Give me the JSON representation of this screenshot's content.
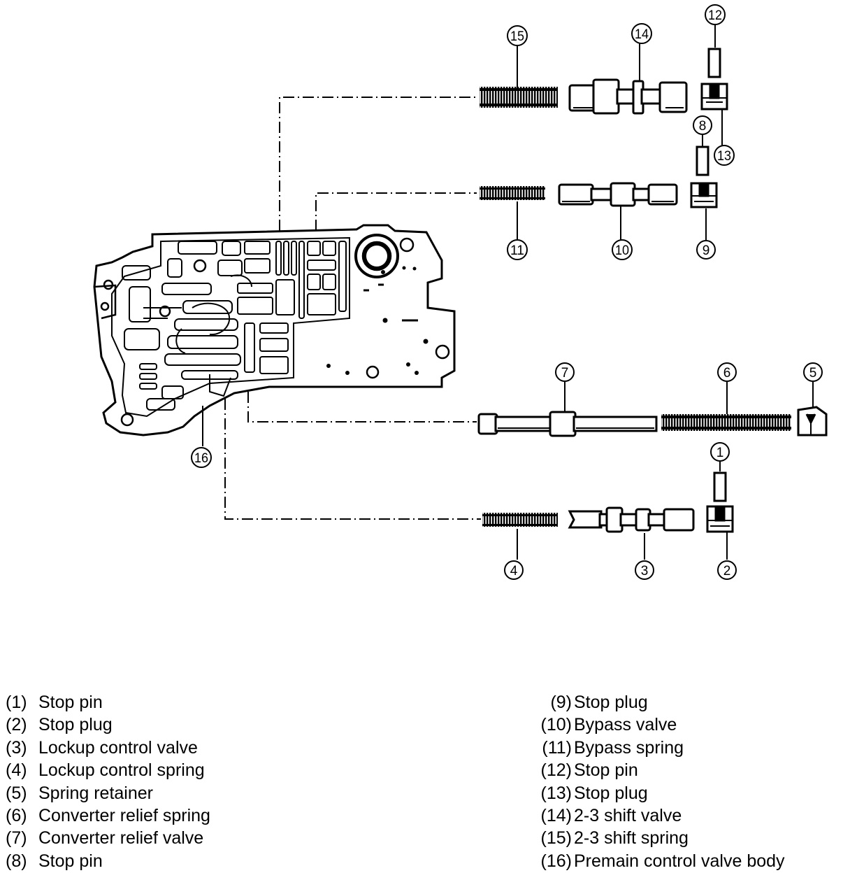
{
  "callouts": {
    "c1": "1",
    "c2": "2",
    "c3": "3",
    "c4": "4",
    "c5": "5",
    "c6": "6",
    "c7": "7",
    "c8": "8",
    "c9": "9",
    "c10": "10",
    "c11": "11",
    "c12": "12",
    "c13": "13",
    "c14": "14",
    "c15": "15",
    "c16": "16"
  },
  "legend": {
    "left": [
      {
        "num": "(1)",
        "label": "Stop pin"
      },
      {
        "num": "(2)",
        "label": "Stop plug"
      },
      {
        "num": "(3)",
        "label": "Lockup control valve"
      },
      {
        "num": "(4)",
        "label": "Lockup control spring"
      },
      {
        "num": "(5)",
        "label": "Spring retainer"
      },
      {
        "num": "(6)",
        "label": "Converter relief spring"
      },
      {
        "num": "(7)",
        "label": "Converter relief valve"
      },
      {
        "num": "(8)",
        "label": "Stop pin"
      }
    ],
    "right": [
      {
        "num": "(9)",
        "label": "Stop plug"
      },
      {
        "num": "(10)",
        "label": "Bypass valve"
      },
      {
        "num": "(11)",
        "label": "Bypass spring"
      },
      {
        "num": "(12)",
        "label": "Stop pin"
      },
      {
        "num": "(13)",
        "label": "Stop plug"
      },
      {
        "num": "(14)",
        "label": "2-3 shift valve"
      },
      {
        "num": "(15)",
        "label": "2-3 shift spring"
      },
      {
        "num": "(16)",
        "label": "Premain control valve body"
      }
    ]
  }
}
